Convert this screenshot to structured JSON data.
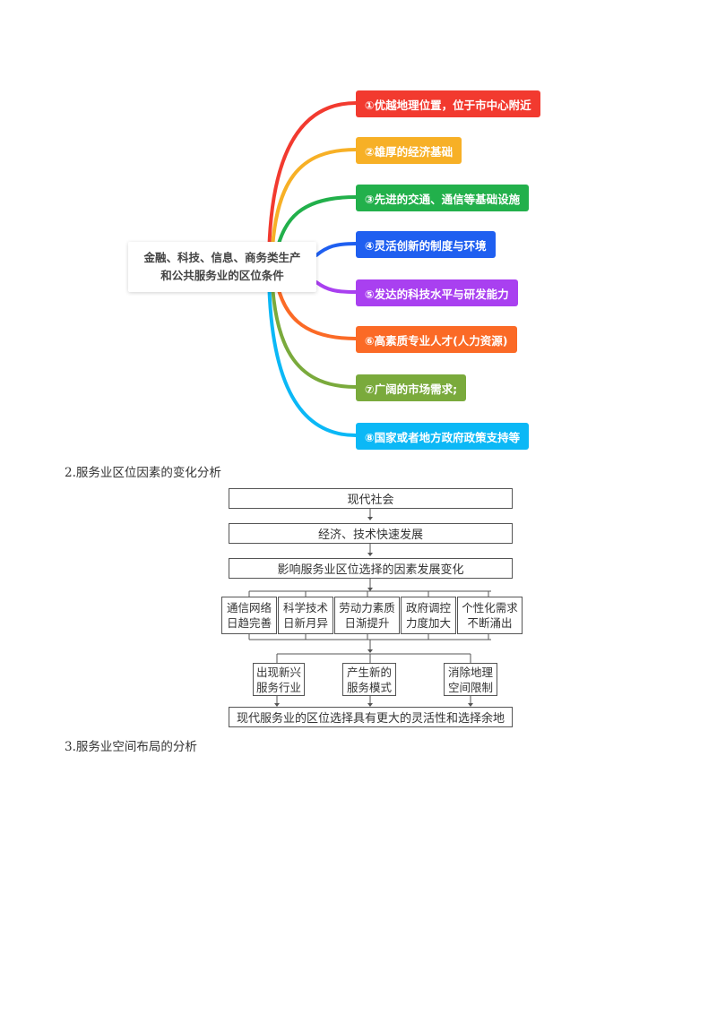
{
  "mindmap": {
    "center": {
      "line1": "金融、科技、信息、商务类生产",
      "line2": "和公共服务业的区位条件"
    },
    "branches": [
      {
        "label": "①优越地理位置，位于市中心附近",
        "color": "#f23a2f"
      },
      {
        "label": "②雄厚的经济基础",
        "color": "#f7b026"
      },
      {
        "label": "③先进的交通、通信等基础设施",
        "color": "#22b04b"
      },
      {
        "label": "④灵活创新的制度与环境",
        "color": "#1f5ff0"
      },
      {
        "label": "⑤发达的科技水平与研发能力",
        "color": "#a940f0"
      },
      {
        "label": "⑥高素质专业人才(人力资源)",
        "color": "#fb6a26"
      },
      {
        "label": "⑦广阔的市场需求;",
        "color": "#7aaa3c"
      },
      {
        "label": "⑧国家或者地方政府政策支持等",
        "color": "#0bb8f6"
      }
    ]
  },
  "section2": {
    "heading": "2.服务业区位因素的变化分析",
    "flow": {
      "step1": "现代社会",
      "step2": "经济、技术快速发展",
      "step3": "影响服务业区位选择的因素发展变化",
      "factors": [
        {
          "line1": "通信网络",
          "line2": "日趋完善"
        },
        {
          "line1": "科学技术",
          "line2": "日新月异"
        },
        {
          "line1": "劳动力素质",
          "line2": "日渐提升"
        },
        {
          "line1": "政府调控",
          "line2": "力度加大"
        },
        {
          "line1": "个性化需求",
          "line2": "不断涌出"
        }
      ],
      "outcomes": [
        {
          "line1": "出现新兴",
          "line2": "服务行业"
        },
        {
          "line1": "产生新的",
          "line2": "服务模式"
        },
        {
          "line1": "消除地理",
          "line2": "空间限制"
        }
      ],
      "conclusion": "现代服务业的区位选择具有更大的灵活性和选择余地"
    }
  },
  "section3": {
    "heading": "3.服务业空间布局的分析"
  }
}
